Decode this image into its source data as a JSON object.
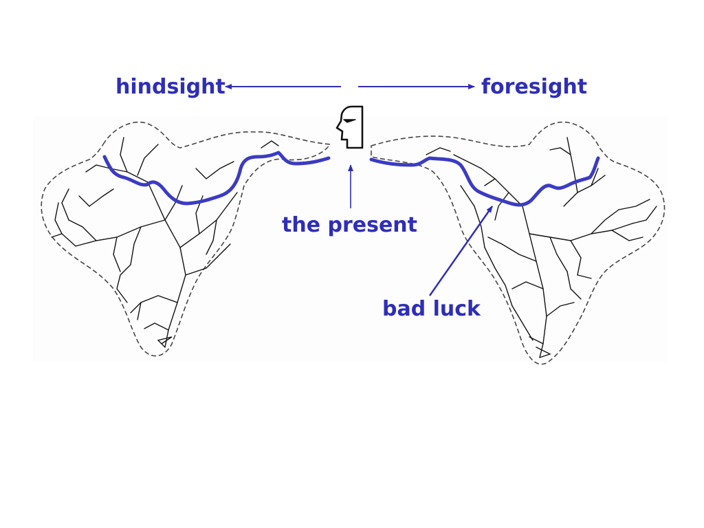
{
  "labels": {
    "hindsight": "hindsight",
    "foresight": "foresight",
    "present": "the present",
    "bad_luck": "bad luck"
  },
  "colors": {
    "accent": "#2e2eb8",
    "ink": "#111111",
    "outline": "#444444",
    "background": "#ffffff"
  },
  "icons": {
    "observer": "head-profile-icon"
  }
}
